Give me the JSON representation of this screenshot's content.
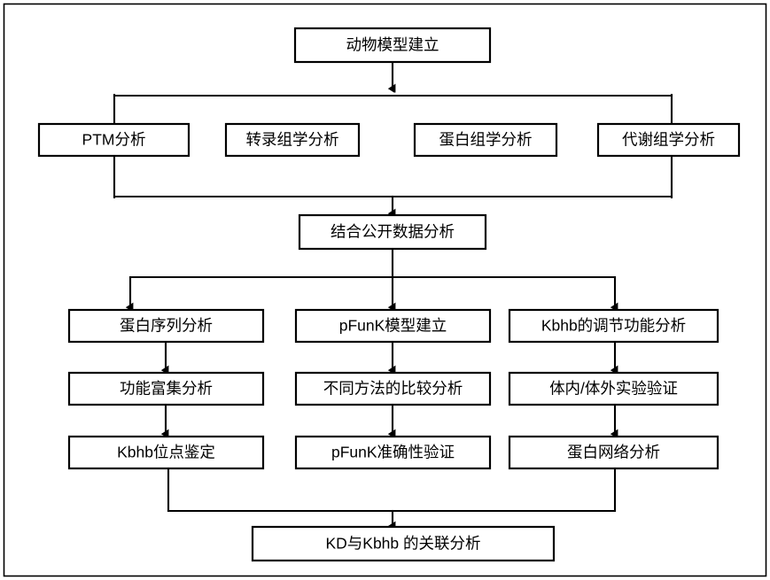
{
  "diagram": {
    "title_text": "动物模型建立",
    "type": "flowchart",
    "orientation": "top-down",
    "background_color": "#ffffff",
    "line_color": "#000000",
    "box_fill_color": "#ffffff",
    "has_outer_frame": true,
    "nodes": {
      "root": {
        "label": "动物模型建立"
      },
      "omics": [
        {
          "label": "PTM分析"
        },
        {
          "label": "转录组学分析"
        },
        {
          "label": "蛋白组学分析"
        },
        {
          "label": "代谢组学分析"
        }
      ],
      "merge": {
        "label": "结合公开数据分析"
      },
      "columns": [
        {
          "name": "protein-sequence-branch",
          "steps": [
            {
              "label": "蛋白序列分析"
            },
            {
              "label": "功能富集分析"
            },
            {
              "label": "Kbhb位点鉴定"
            }
          ]
        },
        {
          "name": "pfunk-model-branch",
          "steps": [
            {
              "label": "pFunK模型建立"
            },
            {
              "label": "不同方法的比较分析"
            },
            {
              "label": "pFunK准确性验证"
            }
          ]
        },
        {
          "name": "kbhb-function-branch",
          "steps": [
            {
              "label": "Kbhb的调节功能分析"
            },
            {
              "label": "体内/体外实验验证"
            },
            {
              "label": "蛋白网络分析"
            }
          ]
        }
      ],
      "final": {
        "label": "KD与Kbhb 的关联分析"
      }
    }
  }
}
